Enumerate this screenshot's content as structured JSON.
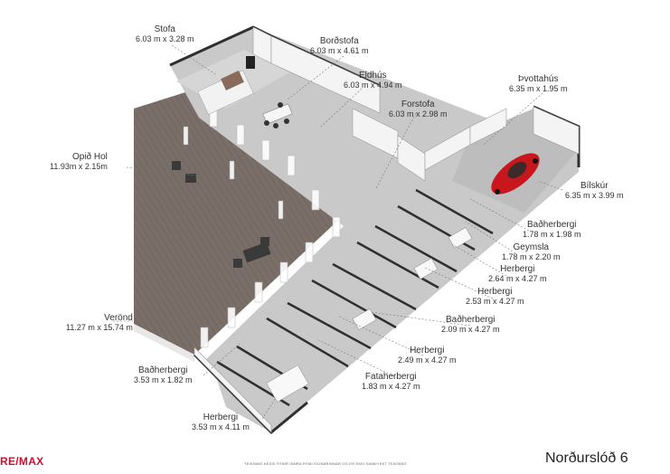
{
  "rooms": [
    {
      "name": "Stofa",
      "dims": "6.03 m x 3.28 m"
    },
    {
      "name": "Borðstofa",
      "dims": "6.03 m x 4.61 m"
    },
    {
      "name": "Eldhús",
      "dims": "6.03 m x 4.94 m"
    },
    {
      "name": "Forstofa",
      "dims": "6.03 m x 2.98 m"
    },
    {
      "name": "Þvottahús",
      "dims": "6.35 m x 1.95 m"
    },
    {
      "name": "Opið Hol",
      "dims": "11.93m x 2.15m"
    },
    {
      "name": "Bílskúr",
      "dims": "6.35 m x 3.99 m"
    },
    {
      "name": "Baðherbergi",
      "dims": "1.78 m x 1.98 m"
    },
    {
      "name": "Geymsla",
      "dims": "1.78 m x 2.20 m"
    },
    {
      "name": "Herbergi",
      "dims": "2.64 m x 4.27 m"
    },
    {
      "name": "Herbergi",
      "dims": "2.53 m x 4.27 m"
    },
    {
      "name": "Baðherbergi",
      "dims": "2.09 m x 4.27 m"
    },
    {
      "name": "Verönd",
      "dims": "11.27 m x 15.74 m"
    },
    {
      "name": "Herbergi",
      "dims": "2.49 m x 4.27 m"
    },
    {
      "name": "Baðherbergi",
      "dims": "3.53 m x 1.82 m"
    },
    {
      "name": "Fataherbergi",
      "dims": "1.83 m x 4.27 m"
    },
    {
      "name": "Herbergi",
      "dims": "3.53 m x 4.11 m"
    }
  ],
  "branding": {
    "logo": "RE/MAX",
    "address": "Norðurslóð 6"
  },
  "footer": {
    "disclaimer": "TEIKNING ÞESSI SÝNIR INNRA RÝMI EIGNARINNAR OG ER EKKI SAMÞYKKT TEIKNING"
  },
  "colors": {
    "deck": "#7a6e68",
    "floor": "#c9c9c9",
    "wall": "#f4f4f4",
    "wall_dark": "#2f2f2f",
    "car": "#c8161d",
    "brand": "#c8102e"
  }
}
